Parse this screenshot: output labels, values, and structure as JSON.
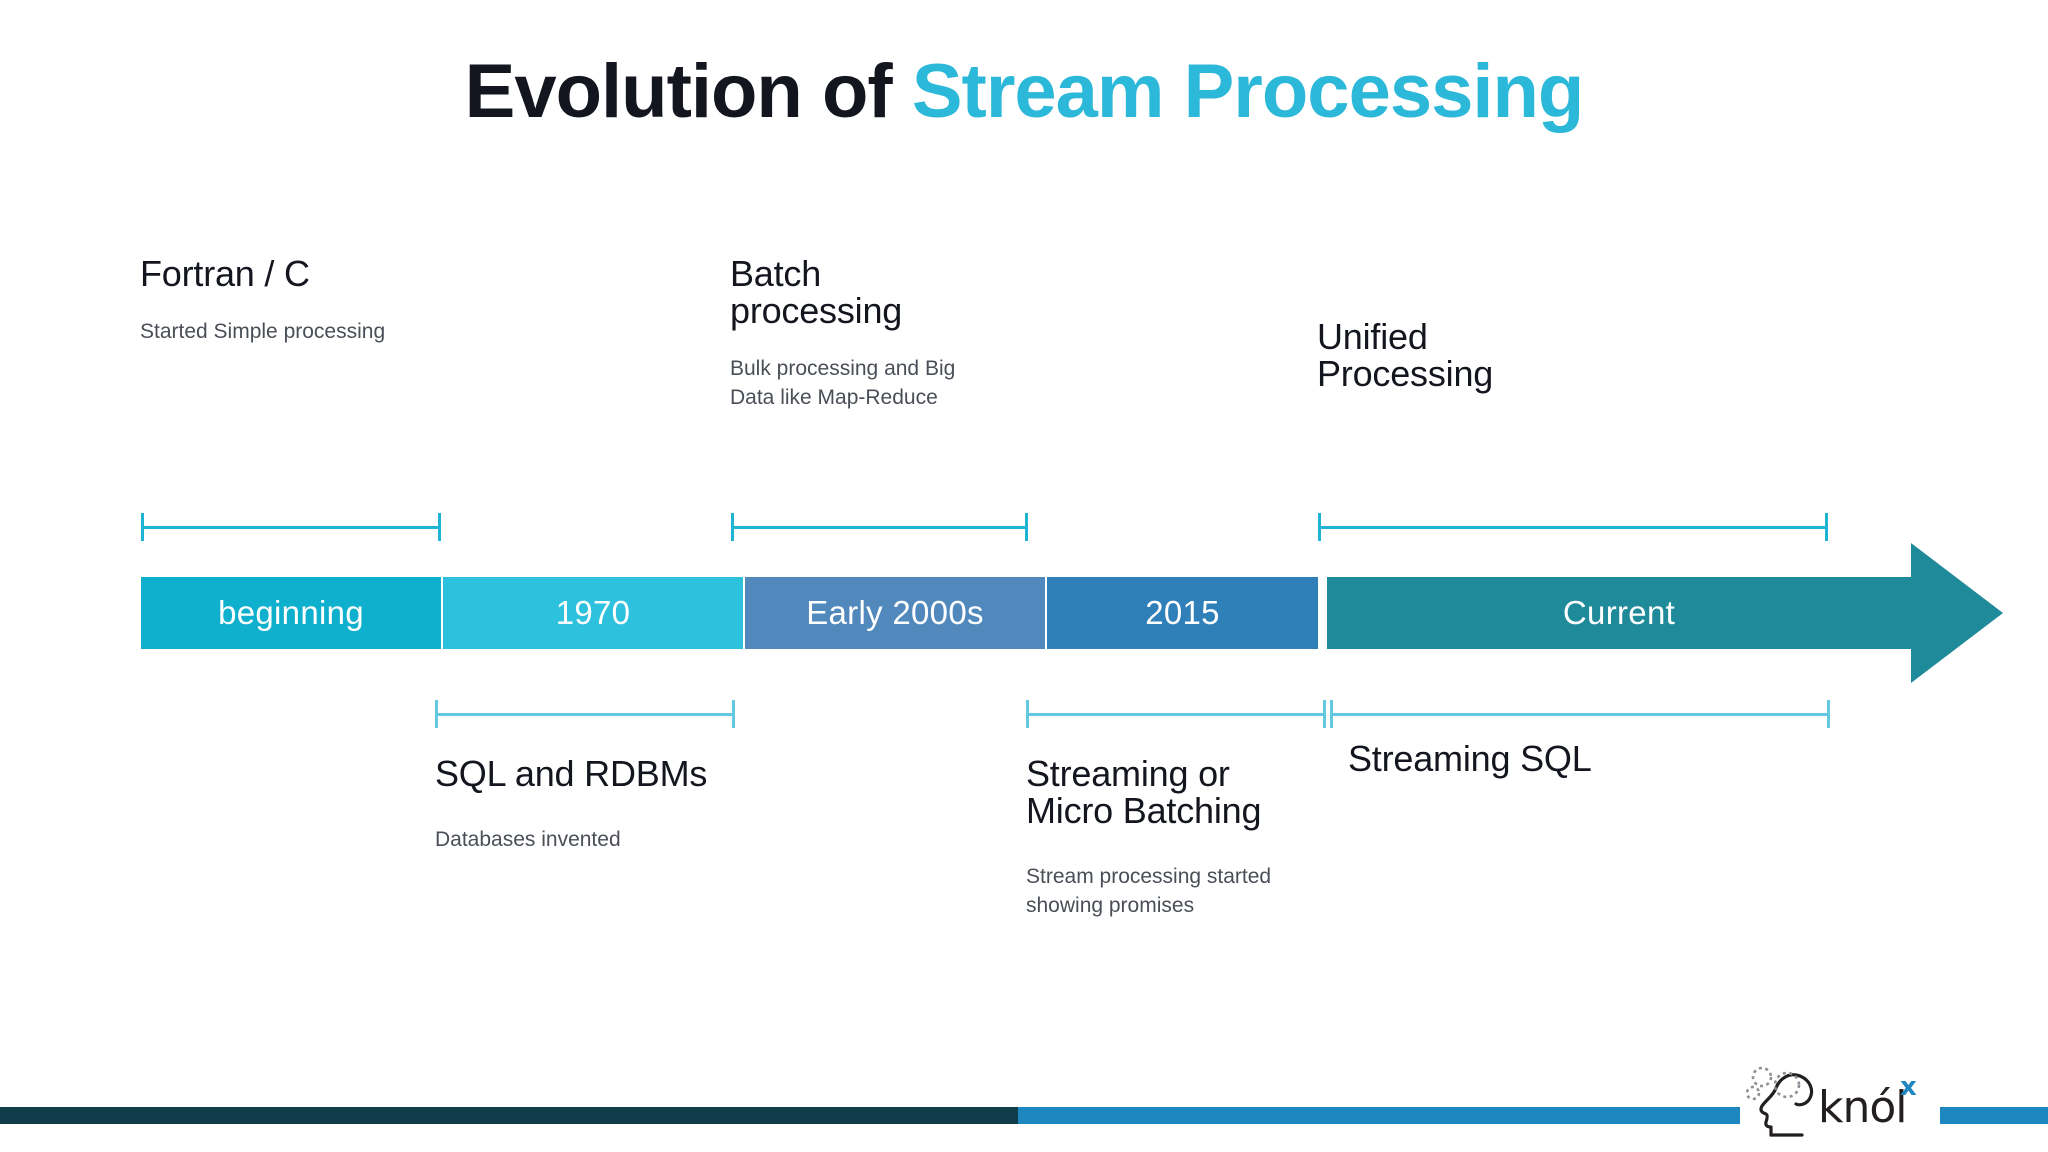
{
  "title": {
    "part_dark": "Evolution of ",
    "part_accent": "Stream Processing"
  },
  "colors": {
    "accent": "#2cb8d8",
    "title_dark": "#13151f",
    "bracket_top": "#1fb4d4",
    "bracket_bottom": "#63c9e0",
    "footer_dark": "#113c49",
    "footer_light": "#1e87c0"
  },
  "timeline": {
    "segments": [
      {
        "label": "beginning",
        "color": "#0fb0cd"
      },
      {
        "label": "1970",
        "color": "#2ec1de"
      },
      {
        "label": "Early 2000s",
        "color": "#5189bd"
      },
      {
        "label": "2015",
        "color": "#2f80b9"
      },
      {
        "label": "Current",
        "color": "#1f8a99"
      }
    ],
    "arrow_color": "#1f8a99"
  },
  "milestones_above": [
    {
      "title": "Fortran / C",
      "desc": "Started Simple processing"
    },
    {
      "title": "Batch\nprocessing",
      "desc": "Bulk processing and Big\nData like Map-Reduce"
    },
    {
      "title": "Unified\nProcessing",
      "desc": ""
    }
  ],
  "milestones_below": [
    {
      "title": "SQL and RDBMs",
      "desc": "Databases invented"
    },
    {
      "title": "Streaming or\nMicro Batching",
      "desc": "Stream processing started\nshowing promises"
    },
    {
      "title": "Streaming SQL",
      "desc": ""
    }
  ],
  "logo": {
    "name": "knól",
    "superscript": "x"
  }
}
